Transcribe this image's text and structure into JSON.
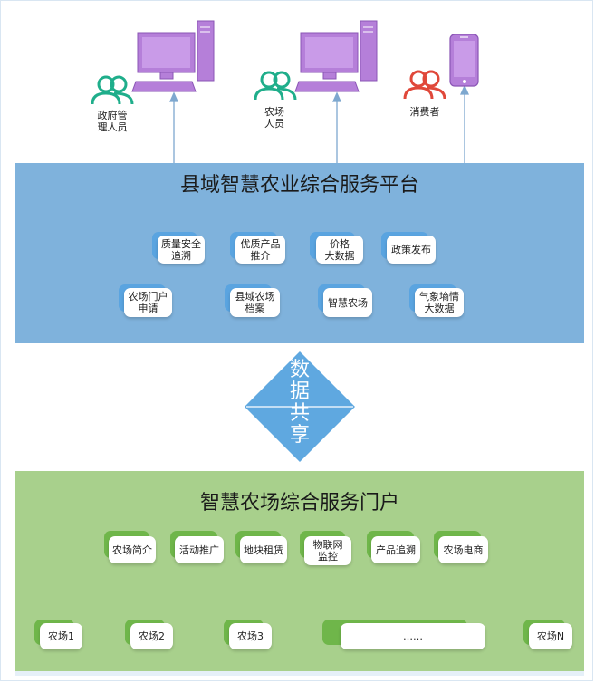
{
  "users": [
    {
      "label": "政府管\n理人员",
      "device": "desktop-icon"
    },
    {
      "label": "农场\n人员",
      "device": "desktop-icon"
    },
    {
      "label": "消费者",
      "device": "phone-icon"
    }
  ],
  "platform": {
    "title": "县域智慧农业综合服务平台",
    "modules_row1": [
      "质量安全\n追溯",
      "优质产品\n推介",
      "价格\n大数据",
      "政策发布"
    ],
    "modules_row2": [
      "农场门户\n申请",
      "县域农场\n档案",
      "智慧农场",
      "气象墒情\n大数据"
    ]
  },
  "share": {
    "label": "数据共享"
  },
  "portal": {
    "title": "智慧农场综合服务门户",
    "modules": [
      "农场简介",
      "活动推广",
      "地块租赁",
      "物联网\n监控",
      "产品追溯",
      "农场电商"
    ],
    "farms": [
      "农场1",
      "农场2",
      "农场3",
      "……",
      "农场N"
    ]
  },
  "colors": {
    "platform_band": "#7fb2dc",
    "portal_band": "#a8d08c",
    "device_purple": "#b57fd9",
    "user_green": "#1fae8b",
    "user_red": "#e0483a",
    "connector_gold": "#f2b91d"
  }
}
